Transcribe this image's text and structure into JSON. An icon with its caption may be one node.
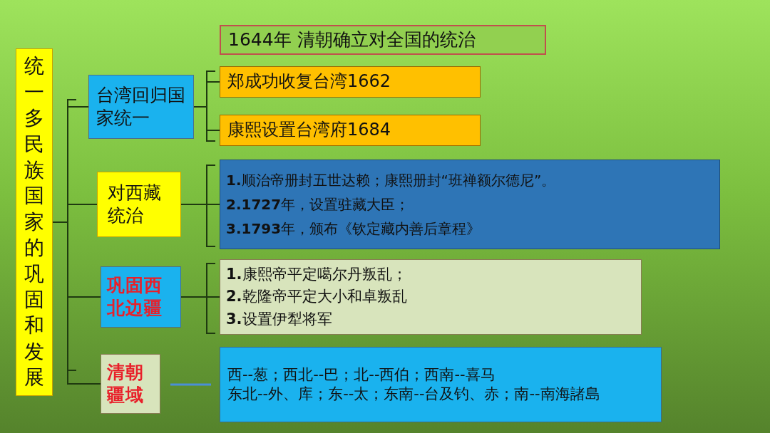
{
  "diagram": {
    "nodes": [
      {
        "text": [
          "1644年 清朝确立对全国的统治"
        ]
      },
      {
        "text": [
          "统一多民族国家的巩固和发展"
        ]
      },
      {
        "text": [
          "台湾回归国家统一"
        ]
      },
      {
        "text": [
          "郑成功收复台湾1662"
        ]
      },
      {
        "text": [
          "康熙设置台湾府1684"
        ]
      },
      {
        "text": [
          "对西藏统治"
        ]
      },
      {
        "text": [
          "**1.**顺治帝册封五世达赖；康熙册封“班禅额尔德尼”。",
          "**2.1727**年，设置驻藏大臣；",
          "**3.1793**年，颁布《钦定藏内善后章程》"
        ]
      },
      {
        "text": [
          "巩固西北边疆"
        ]
      },
      {
        "text": [
          "**1.**康熙帝平定噶尔丹叛乱；",
          "**2.**乾隆帝平定大小和卓叛乱",
          "**3.**设置伊犁将军"
        ]
      },
      {
        "text": [
          "清朝疆域"
        ]
      },
      {
        "text": [
          "西--葱；西北--巴；北--西伯；西南--喜马",
          "东北--外、库；东--太；东南--台及钓、赤；南--南海諸島"
        ]
      }
    ],
    "edges": [
      {
        "from": 1,
        "to": 2,
        "arrow": "none"
      },
      {
        "from": 1,
        "to": 5,
        "arrow": "none"
      },
      {
        "from": 1,
        "to": 7,
        "arrow": "none"
      },
      {
        "from": 1,
        "to": 9,
        "arrow": "none"
      },
      {
        "from": 2,
        "to": 3,
        "arrow": "none"
      },
      {
        "from": 2,
        "to": 4,
        "arrow": "none"
      },
      {
        "from": 5,
        "to": 6,
        "arrow": "none"
      },
      {
        "from": 7,
        "to": 8,
        "arrow": "none"
      },
      {
        "from": 9,
        "to": 10,
        "arrow": "none",
        "color": "#4a8fd8"
      }
    ]
  }
}
